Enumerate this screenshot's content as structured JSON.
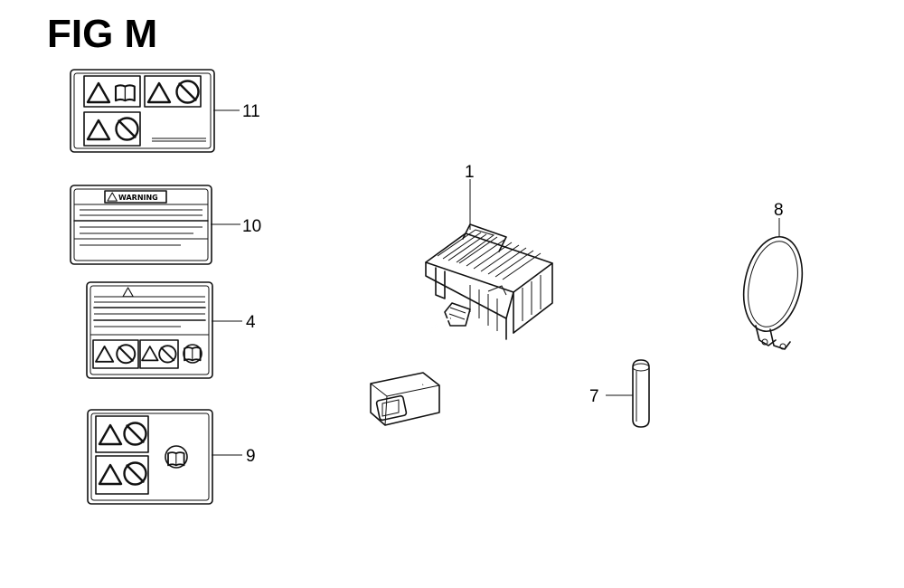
{
  "figure": {
    "title": "FIG M"
  },
  "labels": {
    "decal_10_header": "WARNING"
  },
  "callouts": {
    "part_1": "1",
    "part_4": "4",
    "part_7": "7",
    "part_8": "8",
    "part_9": "9",
    "part_10": "10",
    "part_11": "11"
  },
  "icons": {
    "warning": "warning-triangle-icon",
    "manual": "read-manual-book-icon",
    "prohibited": "prohibition-circle-icon"
  },
  "colors": {
    "ink": "#111111",
    "background": "#ffffff"
  }
}
